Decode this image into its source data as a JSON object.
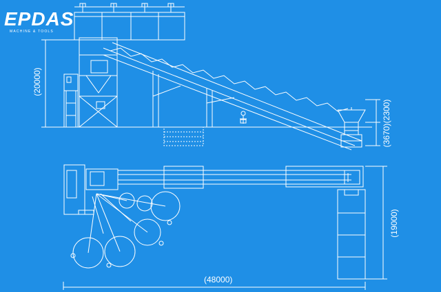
{
  "brand": {
    "name": "EPDAS",
    "tagline": "MACHINE & TOOLS"
  },
  "dimensions": {
    "elevation_height": "(20000)",
    "hopper_height": "(2300)",
    "feeder_height": "(3670)",
    "plan_depth": "(19000)",
    "total_length": "(48000)"
  },
  "colors": {
    "background": "#1f8fe6",
    "line": "#ffffff"
  }
}
